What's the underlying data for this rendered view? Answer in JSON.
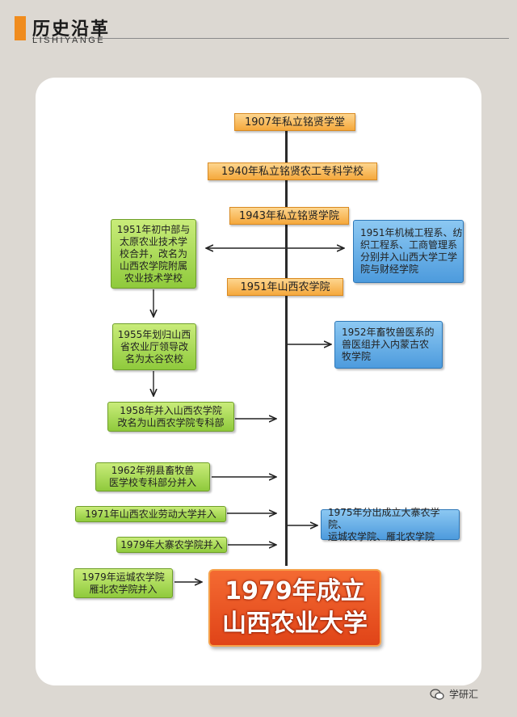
{
  "header": {
    "title": "历史沿革",
    "subtitle": "LISHIYANGE"
  },
  "timeline": {
    "main": [
      "1907年私立铭贤学堂",
      "1940年私立铭贤农工专科学校",
      "1943年私立铭贤学院",
      "1951年山西农学院"
    ],
    "left": [
      "1951年初中部与\n太原农业技术学\n校合并，改名为\n山西农学院附属\n农业技术学校",
      "1955年划归山西\n省农业厅领导改\n名为太谷农校",
      "1958年并入山西农学院\n改名为山西农学院专科部",
      "1962年朔县畜牧兽\n医学校专科部分并入",
      "1971年山西农业劳动大学并入",
      "1979年大寨农学院并入",
      "1979年运城农学院\n雁北农学院并入"
    ],
    "right": [
      "1951年机械工程系、纺\n织工程系、工商管理系\n分别并入山西大学工学\n院与财经学院",
      "1952年畜牧兽医系的\n兽医组并入内蒙古农\n牧学院",
      "1975年分出成立大寨农学院、\n运城农学院、雁北农学院"
    ],
    "final": {
      "line1": "1979年成立",
      "line2": "山西农业大学"
    }
  },
  "watermark": {
    "icon": "wechat-icon",
    "text": "学研汇"
  }
}
